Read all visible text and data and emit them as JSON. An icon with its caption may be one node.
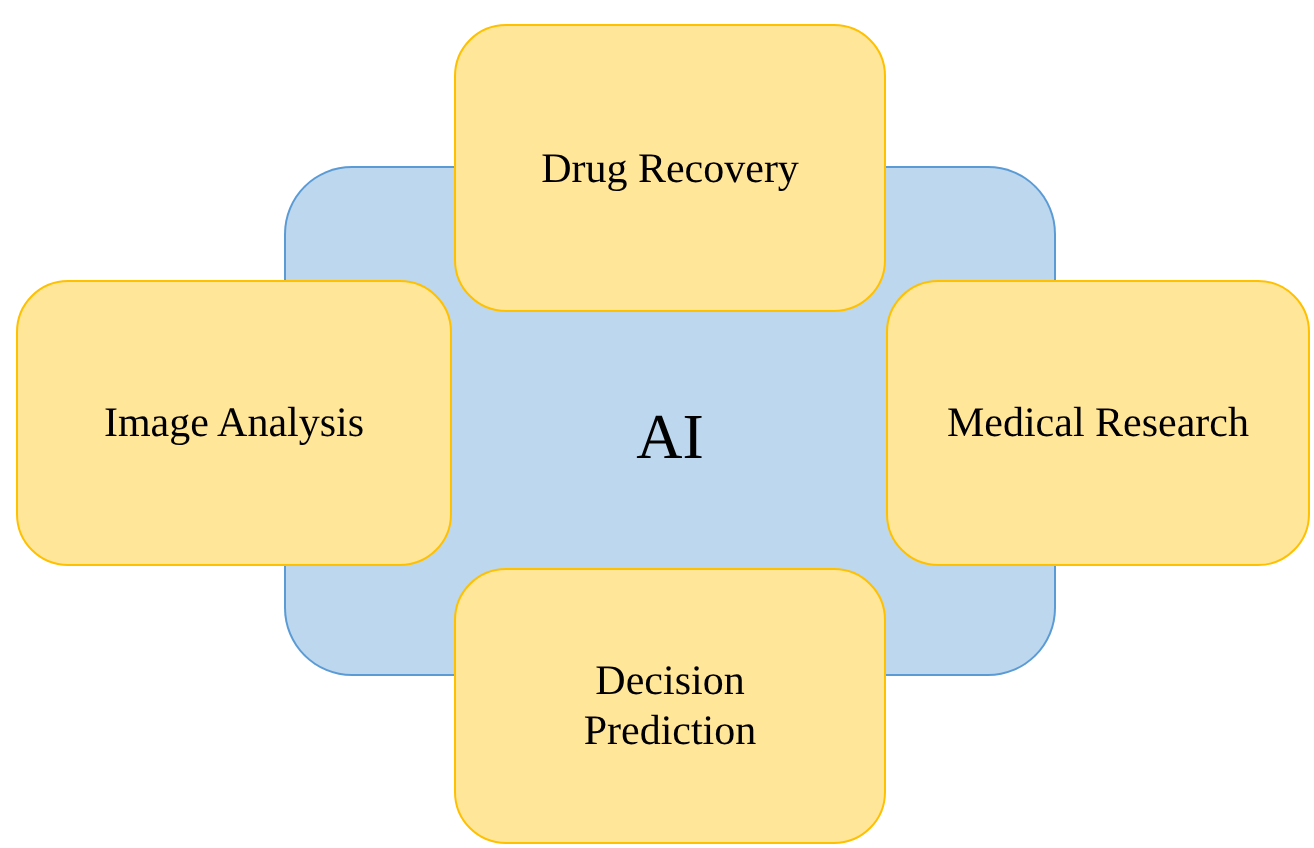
{
  "diagram": {
    "nodes": [
      {
        "text": [
          "Drug Recovery"
        ]
      },
      {
        "text": [
          "Image Analysis"
        ]
      },
      {
        "text": [
          "AI"
        ]
      },
      {
        "text": [
          "Medical Research"
        ]
      },
      {
        "text": [
          "Decision Prediction"
        ]
      }
    ]
  }
}
